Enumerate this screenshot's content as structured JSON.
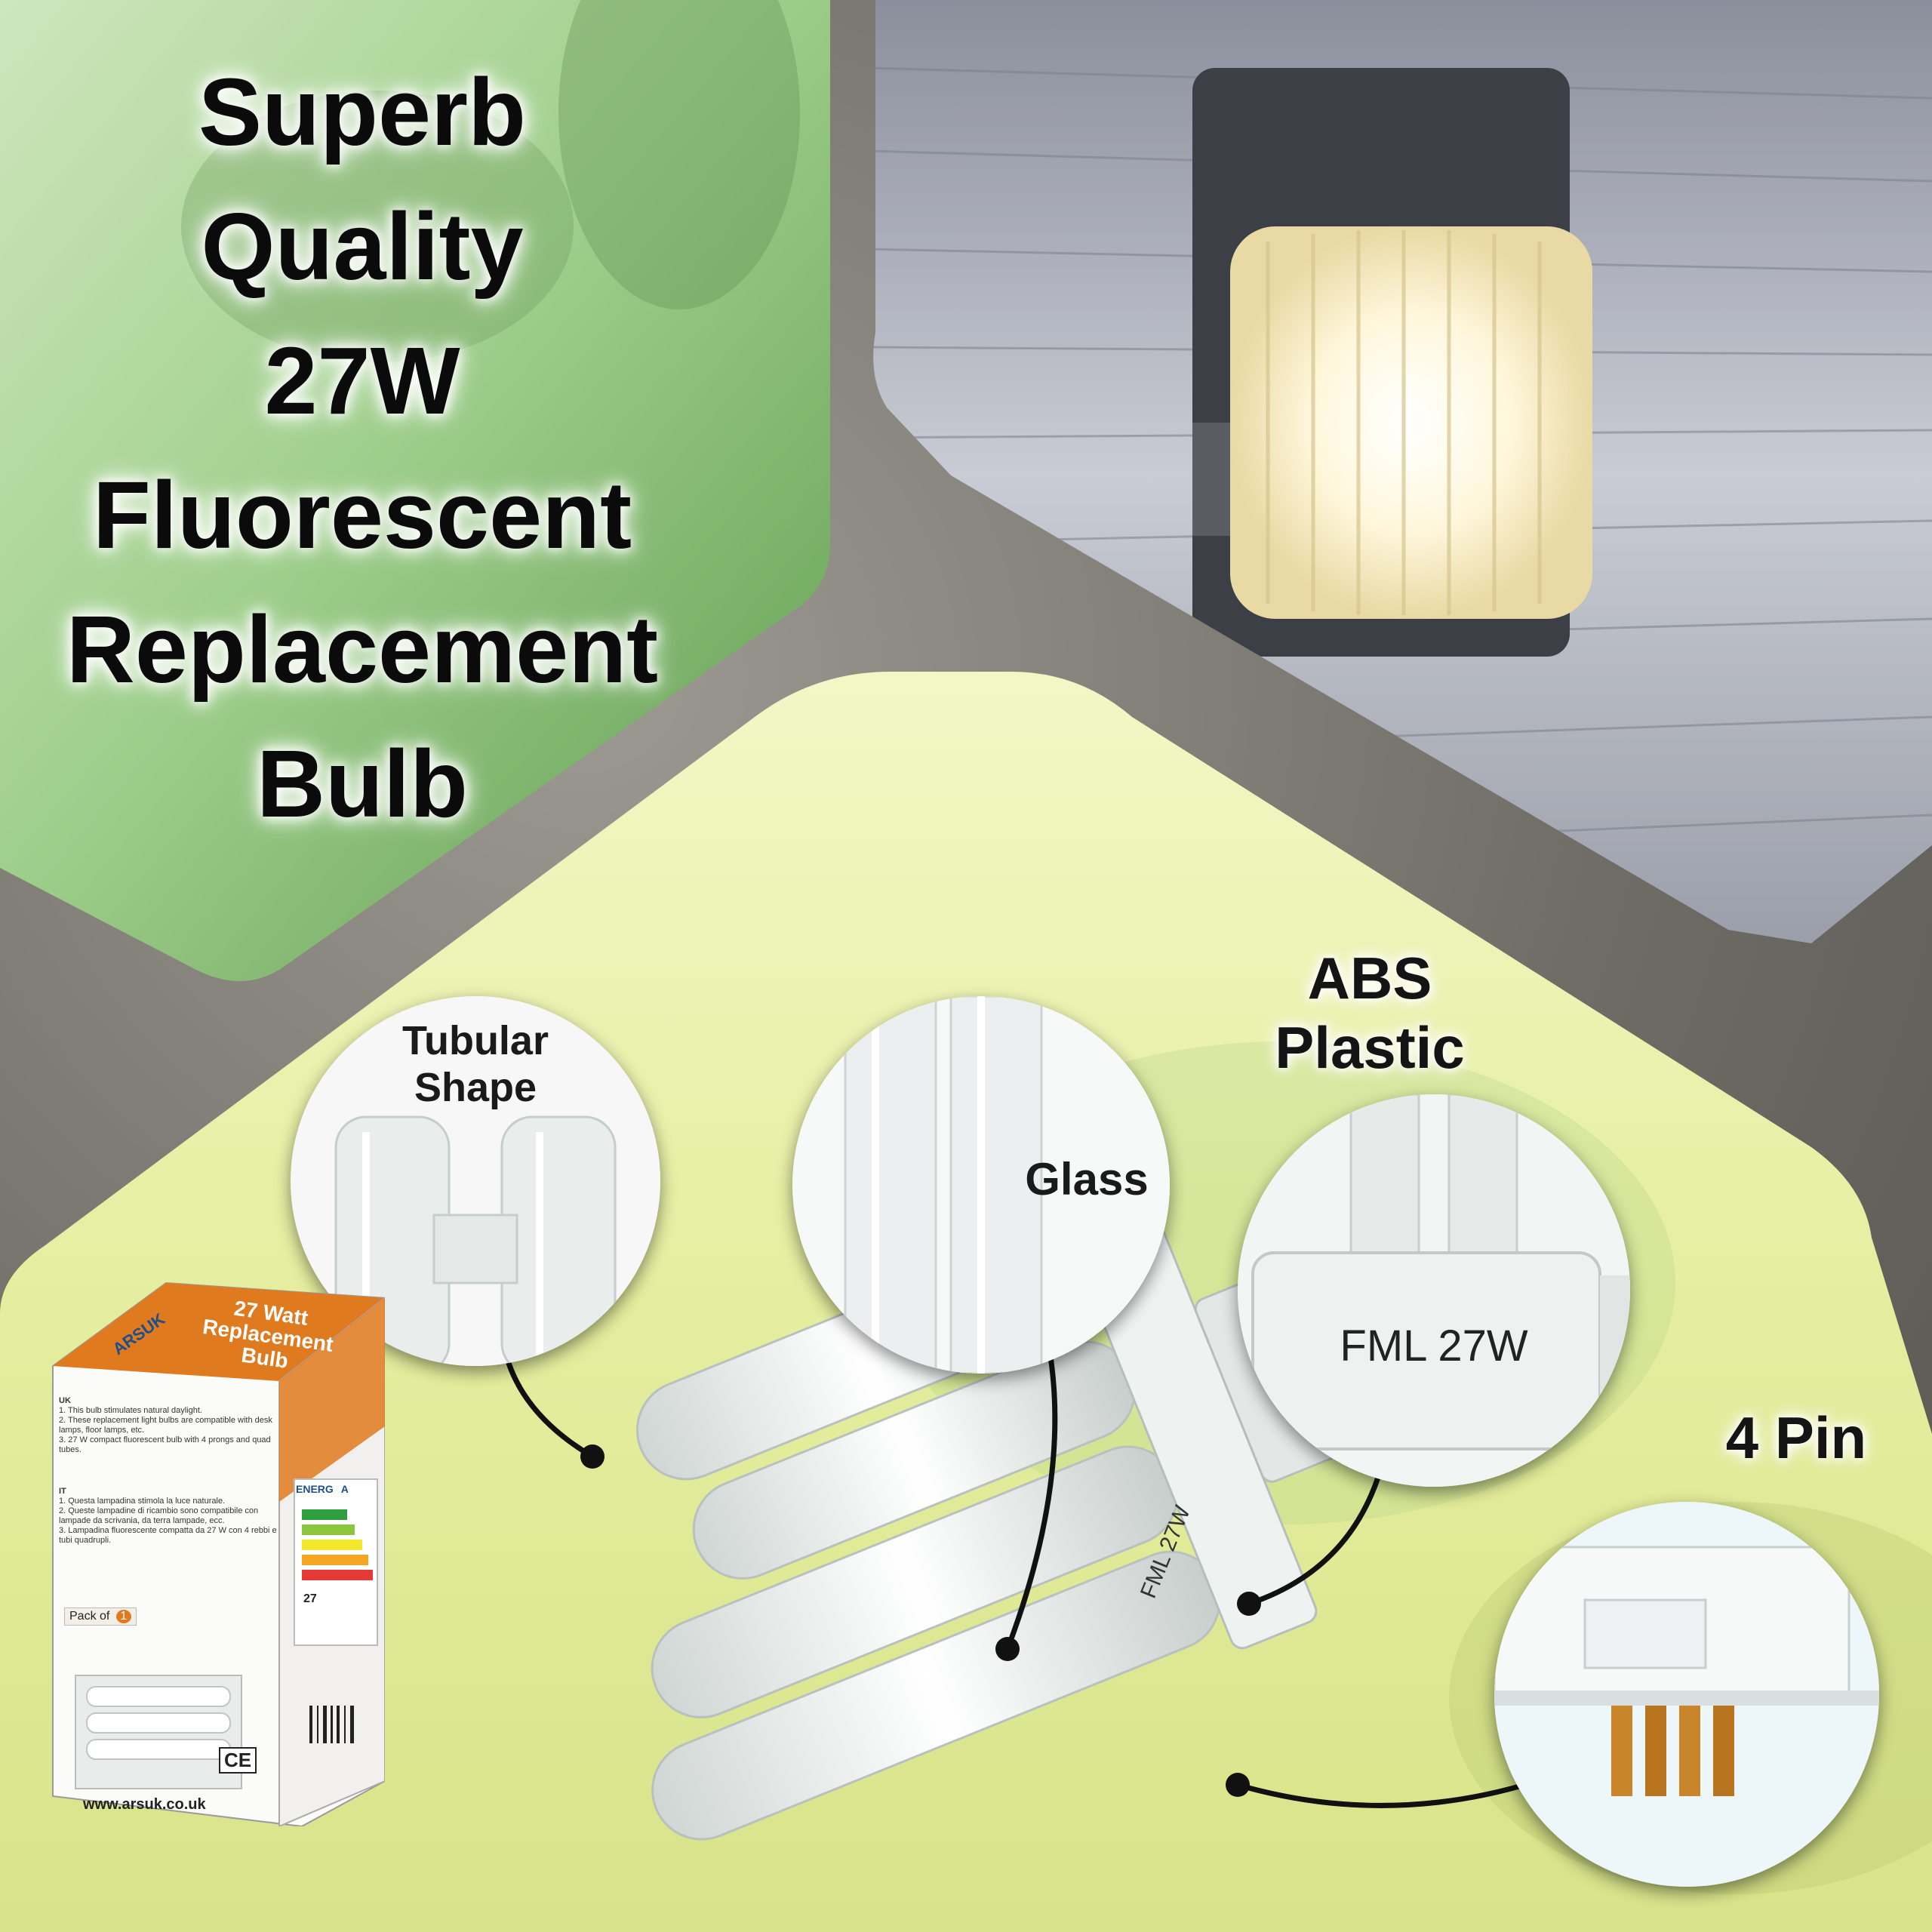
{
  "headline": {
    "lines": [
      "Superb",
      "Quality",
      "27W",
      "Fluorescent",
      "Replacement",
      "Bulb"
    ]
  },
  "callouts": {
    "tubular_shape": [
      "Tubular",
      "Shape"
    ],
    "glass": "Glass",
    "abs_plastic": [
      "ABS",
      "Plastic"
    ],
    "model_label": "FML 27W",
    "four_pin": "4 Pin",
    "bulb_base_print": "FML 27W"
  },
  "package": {
    "brand": "ARSUK",
    "title_lines": [
      "27 Watt",
      "Replacement",
      "Bulb"
    ],
    "pack_of_label": "Pack of",
    "pack_of_count": "1",
    "uk_flag": "UK",
    "it_flag": "IT",
    "uk_points": [
      "1. This bulb stimulates natural daylight.",
      "2. These replacement light bulbs are compatible with desk lamps, floor lamps, etc.",
      "3. 27 W compact fluorescent bulb with 4 prongs and quad tubes."
    ],
    "it_points": [
      "1. Questa lampadina stimola la luce naturale.",
      "2. Queste lampadine di ricambio sono compatibile con lampade da scrivania, da terra lampade, ecc.",
      "3. Lampadina fluorescente compatta da 27 W con 4 rebbi e tubi quadrupli."
    ],
    "website": "www.arsuk.co.uk",
    "energy_label": "ENERG",
    "energy_class": "A",
    "wattage": "27",
    "ce_mark": "CE"
  },
  "colors": {
    "green_panel": "#7fb86c",
    "yellow_panel": "#e6ee9c",
    "box_orange": "#e07a1f",
    "arrow": "#111111"
  }
}
